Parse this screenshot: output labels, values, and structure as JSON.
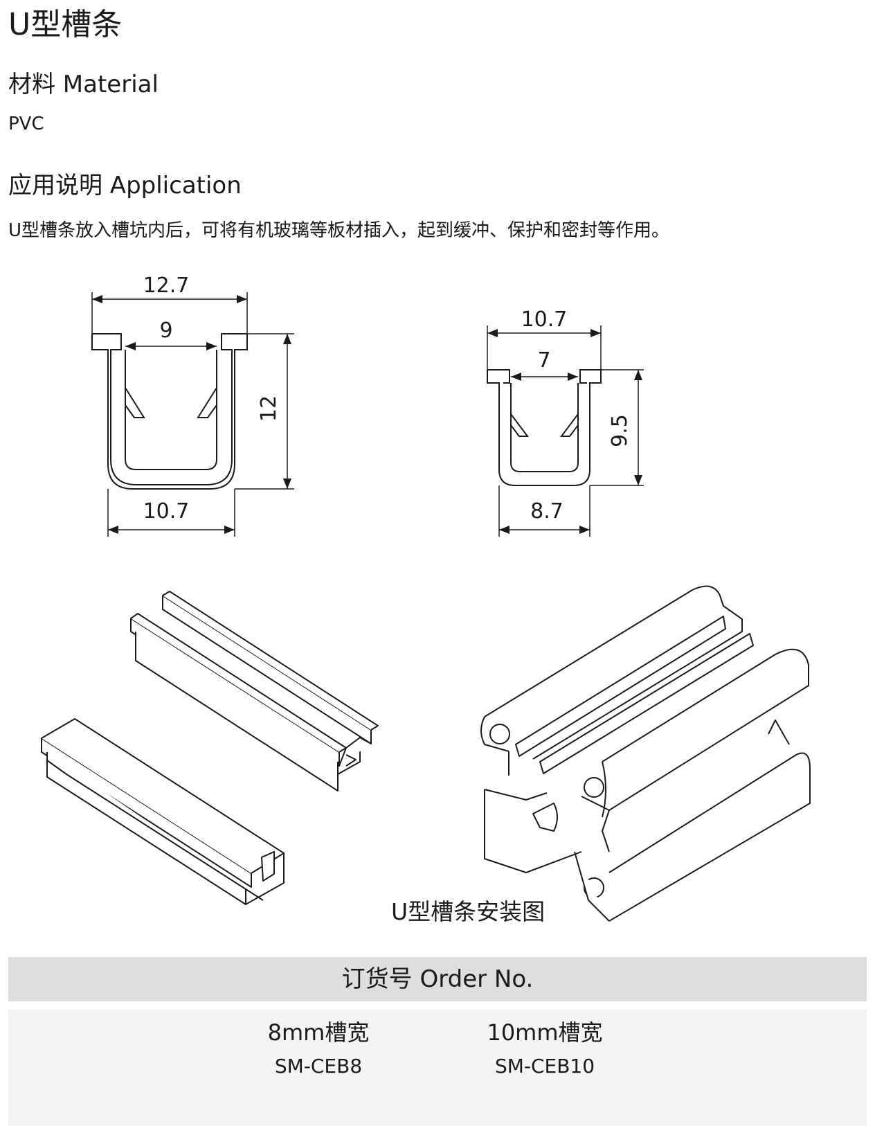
{
  "title": "U型槽条",
  "material": {
    "heading": "材料 Material",
    "value": "PVC"
  },
  "application": {
    "heading": "应用说明 Application",
    "text": "U型槽条放入槽坑内后，可将有机玻璃等板材插入，起到缓冲、保护和密封等作用。"
  },
  "profile_large": {
    "top_width": "12.7",
    "inner_width": "9",
    "height": "12",
    "bottom_width": "10.7"
  },
  "profile_small": {
    "top_width": "10.7",
    "inner_width": "7",
    "height": "9.5",
    "bottom_width": "8.7"
  },
  "install_caption": "U型槽条安装图",
  "order": {
    "heading": "订货号 Order No.",
    "columns": [
      {
        "slot_width": "8mm槽宽",
        "code": "SM-CEB8"
      },
      {
        "slot_width": "10mm槽宽",
        "code": "SM-CEB10"
      }
    ]
  }
}
